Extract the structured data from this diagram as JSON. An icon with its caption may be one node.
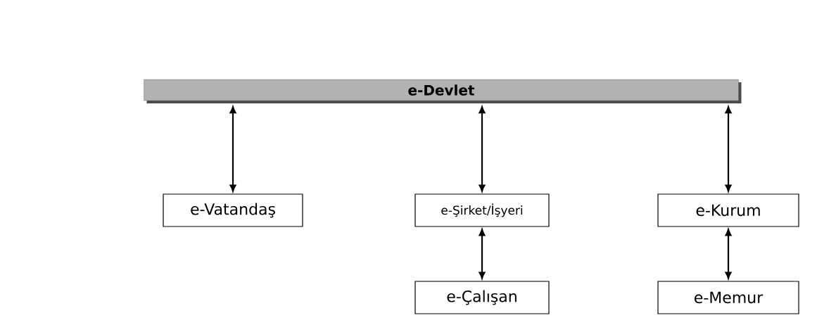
{
  "diagram": {
    "nodes": [
      {
        "text": [
          "e-Devlet"
        ]
      },
      {
        "text": [
          "e-Vatandaş"
        ]
      },
      {
        "text": [
          "e-Şirket/İşyeri"
        ]
      },
      {
        "text": [
          "e-Kurum"
        ]
      },
      {
        "text": [
          "e-Çalışan"
        ]
      },
      {
        "text": [
          "e-Memur"
        ]
      }
    ],
    "edges": [
      {
        "from": 0,
        "to": 1,
        "arrow": "both"
      },
      {
        "from": 0,
        "to": 2,
        "arrow": "both"
      },
      {
        "from": 0,
        "to": 3,
        "arrow": "both"
      },
      {
        "from": 2,
        "to": 4,
        "arrow": "both"
      },
      {
        "from": 3,
        "to": 5,
        "arrow": "both"
      }
    ]
  }
}
